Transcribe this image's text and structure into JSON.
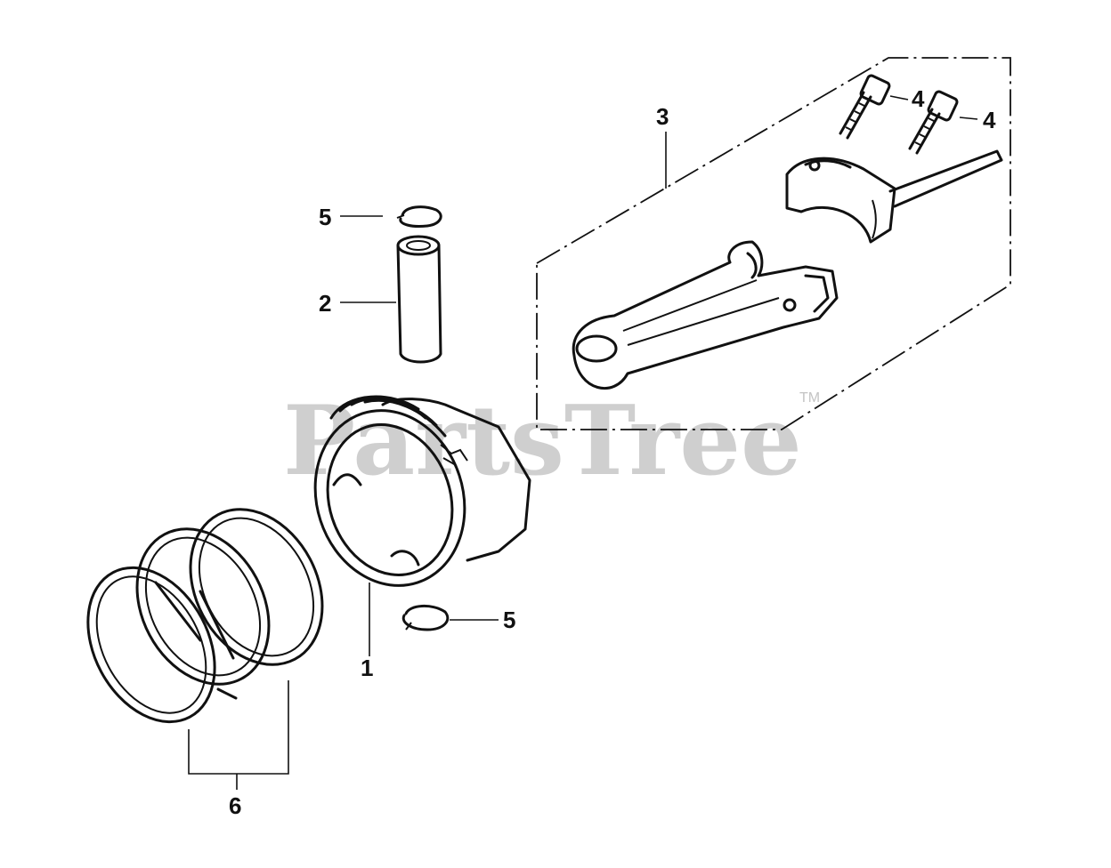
{
  "diagram": {
    "callouts": [
      {
        "id": "1",
        "label": "1"
      },
      {
        "id": "2",
        "label": "2"
      },
      {
        "id": "3",
        "label": "3"
      },
      {
        "id": "4a",
        "label": "4"
      },
      {
        "id": "4b",
        "label": "4"
      },
      {
        "id": "5a",
        "label": "5"
      },
      {
        "id": "5b",
        "label": "5"
      },
      {
        "id": "6",
        "label": "6"
      }
    ],
    "watermark": {
      "text": "PartsTree",
      "tm": "TM"
    },
    "colors": {
      "ink": "#111111",
      "watermark": "#cfcfcf",
      "background": "#ffffff"
    }
  }
}
